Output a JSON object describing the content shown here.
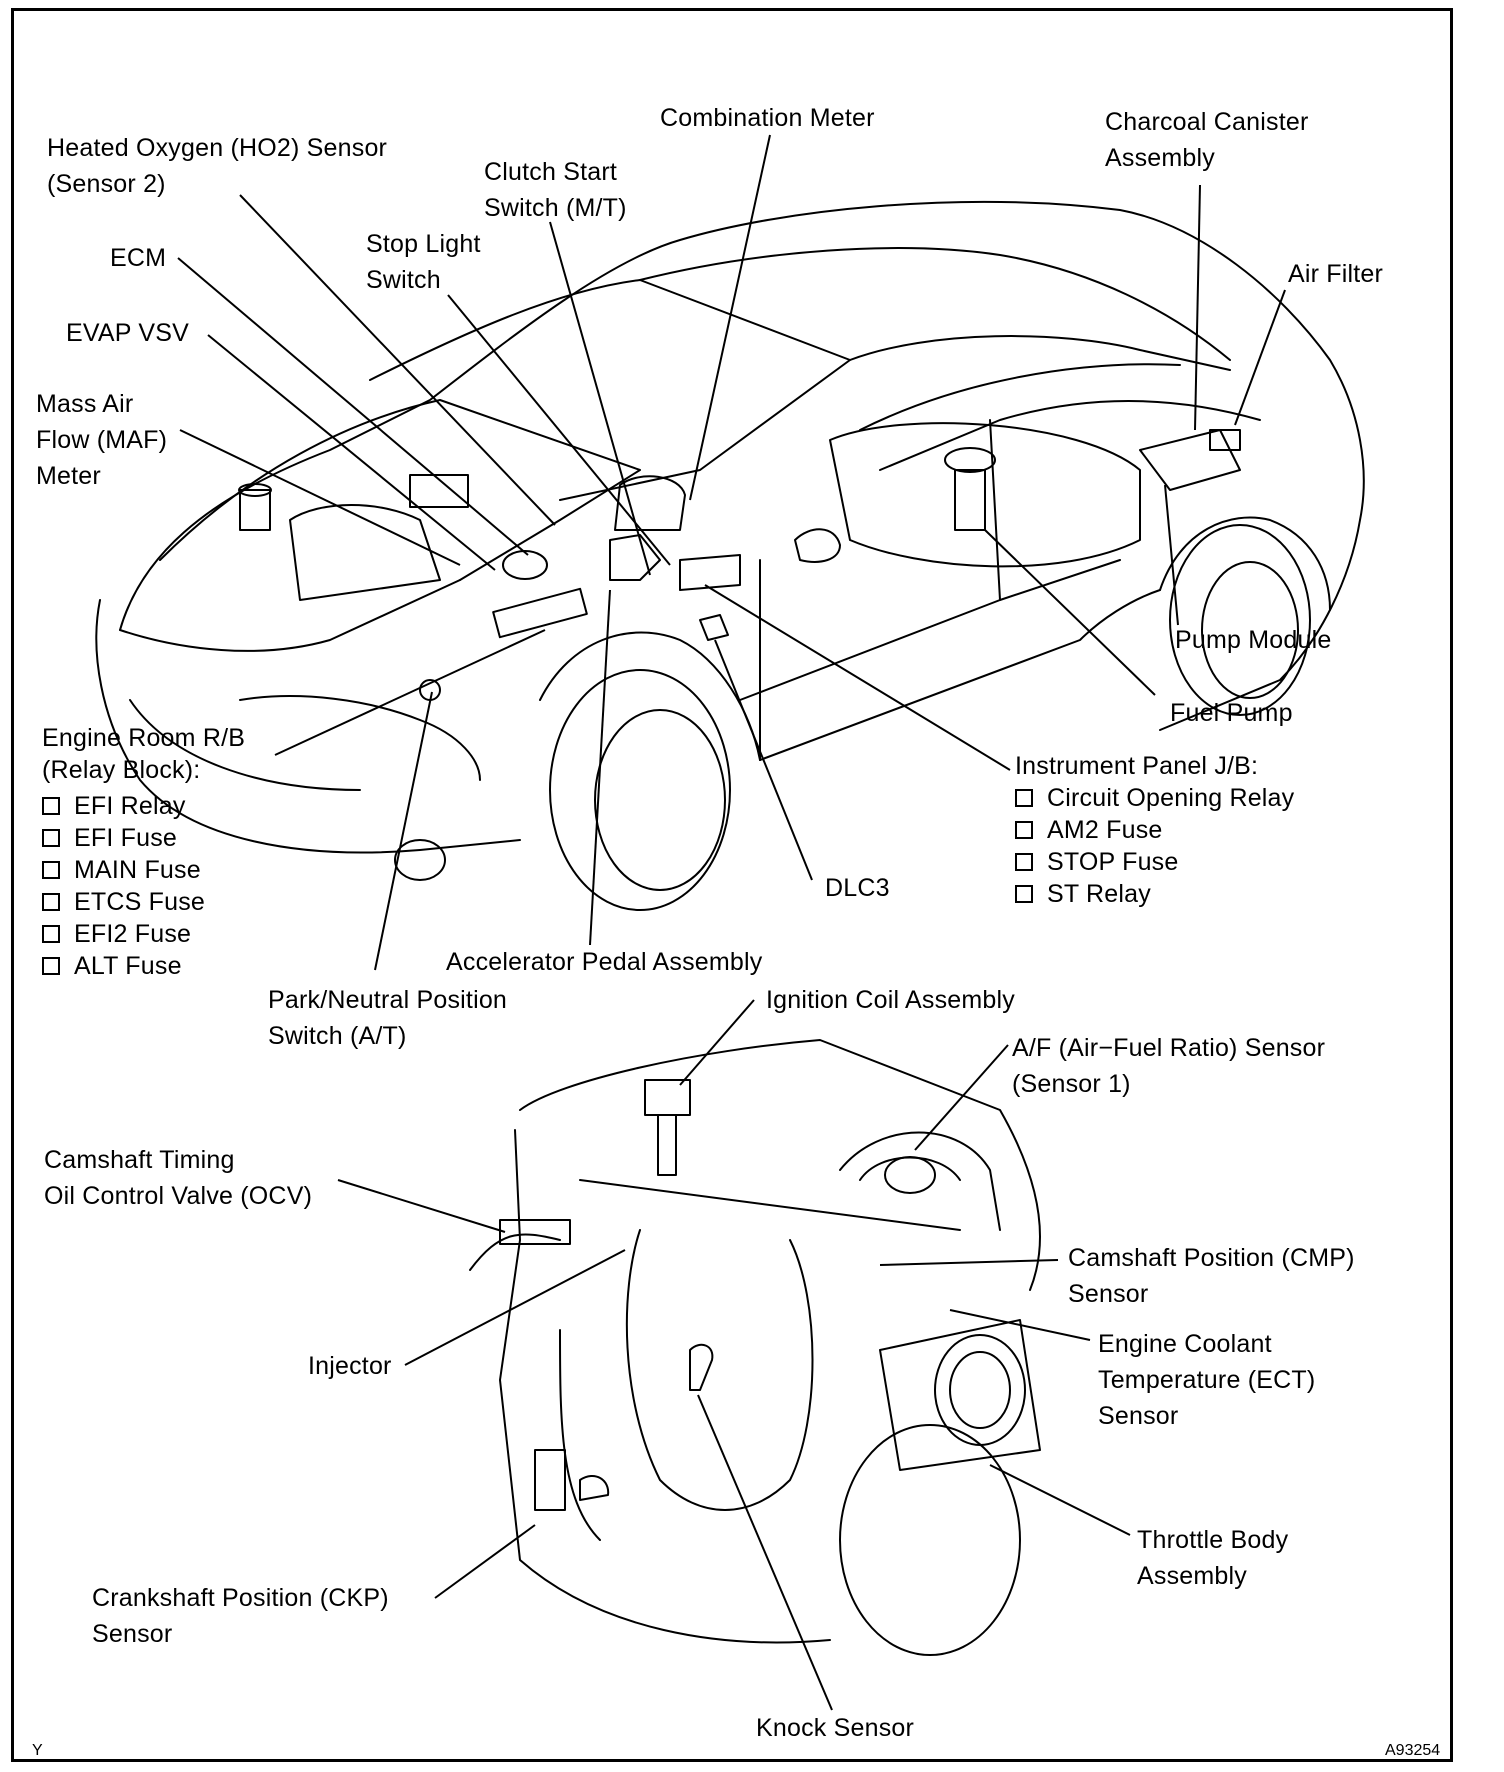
{
  "labels": {
    "combination_meter": "Combination Meter",
    "charcoal_canister": [
      "Charcoal Canister",
      "Assembly"
    ],
    "ho2_sensor": [
      "Heated Oxygen (HO2) Sensor",
      "(Sensor 2)"
    ],
    "clutch_start": [
      "Clutch Start",
      "Switch (M/T)"
    ],
    "stop_light": [
      "Stop Light",
      "Switch"
    ],
    "ecm": "ECM",
    "air_filter": "Air Filter",
    "evap_vsv": "EVAP VSV",
    "maf_meter": [
      "Mass Air",
      "Flow (MAF)",
      "Meter"
    ],
    "pump_module": "Pump Module",
    "fuel_pump": "Fuel Pump",
    "engine_room_rb": {
      "title": [
        "Engine Room R/B",
        "(Relay Block):"
      ],
      "items": [
        "EFI Relay",
        "EFI Fuse",
        "MAIN Fuse",
        "ETCS Fuse",
        "EFI2 Fuse",
        "ALT Fuse"
      ]
    },
    "instrument_panel_jb": {
      "title": "Instrument Panel J/B:",
      "items": [
        "Circuit Opening Relay",
        "AM2 Fuse",
        "STOP Fuse",
        "ST Relay"
      ]
    },
    "dlc3": "DLC3",
    "accelerator_pedal": "Accelerator Pedal Assembly",
    "park_neutral": [
      "Park/Neutral Position",
      "Switch (A/T)"
    ],
    "ignition_coil": "Ignition Coil Assembly",
    "af_sensor": [
      "A/F (Air−Fuel Ratio) Sensor",
      "(Sensor 1)"
    ],
    "ocv": [
      "Camshaft Timing",
      "Oil Control Valve (OCV)"
    ],
    "cmp_sensor": [
      "Camshaft Position (CMP)",
      "Sensor"
    ],
    "injector": "Injector",
    "ect_sensor": [
      "Engine Coolant",
      "Temperature (ECT)",
      "Sensor"
    ],
    "throttle_body": [
      "Throttle Body",
      "Assembly"
    ],
    "ckp_sensor": [
      "Crankshaft Position (CKP)",
      "Sensor"
    ],
    "knock_sensor": "Knock Sensor"
  },
  "corner_left": "Y",
  "corner_right": "A93254"
}
